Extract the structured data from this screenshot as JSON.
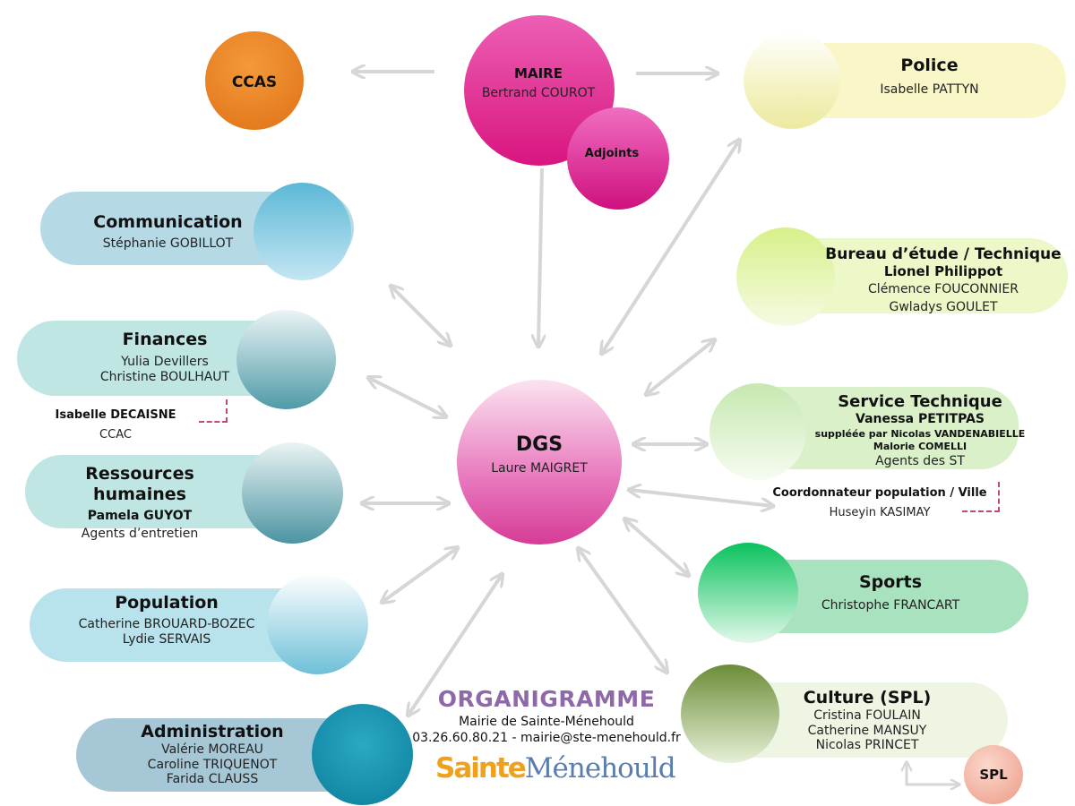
{
  "title": "ORGANIGRAMME",
  "subtitle": "Mairie de Sainte-Ménehould",
  "contact": "03.26.60.80.21 - mairie@ste-menehould.fr",
  "logo": {
    "part1": "Sainte",
    "part2": "Ménehould"
  },
  "maire": {
    "title": "MAIRE",
    "name": "Bertrand  COUROT"
  },
  "adjoints": {
    "title": "Adjoints"
  },
  "ccas": {
    "title": "CCAS"
  },
  "dgs": {
    "title": "DGS",
    "name": "Laure MAIGRET"
  },
  "police": {
    "title": "Police",
    "name": "Isabelle  PATTYN"
  },
  "communication": {
    "title": "Communication",
    "name": "Stéphanie  GOBILLOT"
  },
  "finances": {
    "title": "Finances",
    "names": [
      "Yulia Devillers",
      "Christine  BOULHAUT"
    ]
  },
  "ccac": {
    "name": "Isabelle  DECAISNE",
    "title": "CCAC"
  },
  "rh": {
    "title": "Ressources  humaines",
    "lead": "Pamela GUYOT",
    "names": [
      "Agents d’entretien"
    ]
  },
  "population": {
    "title": "Population",
    "names": [
      "Catherine  BROUARD-BOZEC",
      "Lydie  SERVAIS"
    ]
  },
  "administration": {
    "title": "Administration",
    "names": [
      "Valérie  MOREAU",
      "Caroline  TRIQUENOT",
      "Farida  CLAUSS"
    ]
  },
  "bureau": {
    "title": "Bureau d’étude / Technique",
    "lead": "Lionel  Philippot",
    "names": [
      "Clémence  FOUCONNIER",
      "Gwladys  GOULET"
    ]
  },
  "service_technique": {
    "title": "Service Technique",
    "lead": "Vanessa  PETITPAS",
    "notes": [
      "suppléée  par  Nicolas  VANDENABIELLE",
      "Malorie COMELLI"
    ],
    "names": [
      "Agents des ST"
    ]
  },
  "coordonnateur": {
    "title": "Coordonnateur population / Ville",
    "name": "Huseyin  KASIMAY"
  },
  "sports": {
    "title": "Sports",
    "name": "Christophe  FRANCART"
  },
  "culture": {
    "title": "Culture (SPL)",
    "names": [
      "Cristina  FOULAIN",
      "Catherine  MANSUY",
      "Nicolas  PRINCET"
    ]
  },
  "spl": {
    "title": "SPL"
  },
  "colors": {
    "arrow": "#d6d6d6",
    "dashed": "#c0487f",
    "magenta": "#e0208e",
    "title": "#8e68a8"
  }
}
